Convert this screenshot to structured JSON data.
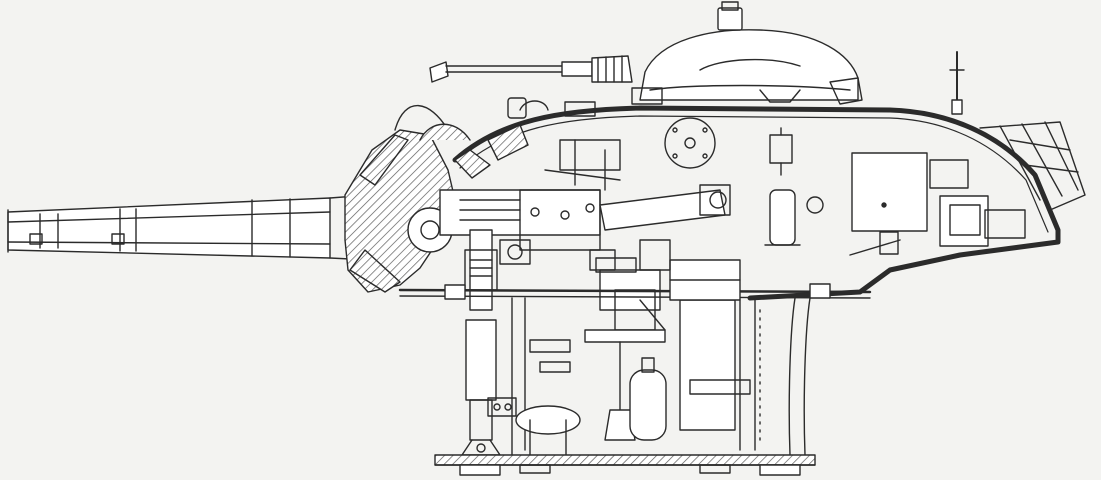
{
  "figure": {
    "subject": "tank-turret-cutaway",
    "background_color": "#f3f3f1",
    "ink_color": "#2b2b2b",
    "hatch_color": "#5a5a5a",
    "fill_color": "#ffffff",
    "parts": [
      "main-gun-barrel",
      "barrel-support-rails",
      "gun-mantlet",
      "recoil-mechanism",
      "turret-armor-shell",
      "cupola",
      "cupola-machine-gun",
      "antenna",
      "rear-turret-bustle",
      "bustle-rack",
      "radio-box",
      "ammunition-box",
      "gunner-seat",
      "elevation-mechanism",
      "turret-basket",
      "turret-ring",
      "basket-floor",
      "floor-brackets",
      "gas-bottle",
      "equilibrator"
    ]
  }
}
